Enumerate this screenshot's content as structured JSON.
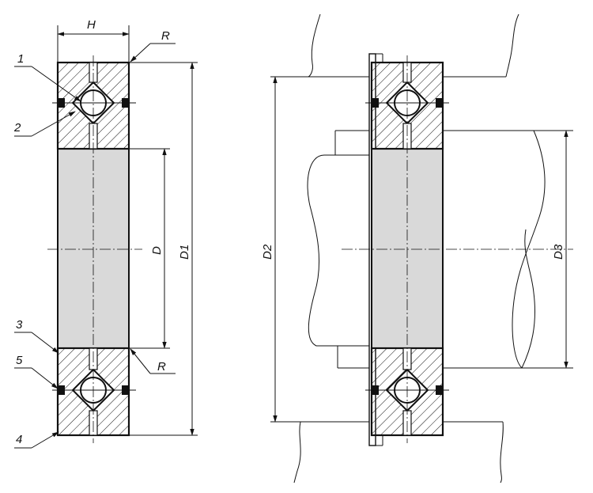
{
  "diagram": {
    "title": "Crossed roller bearing with mounting dimensions",
    "labels": {
      "H": "H",
      "R": "R",
      "D": "D",
      "D1": "D1",
      "D2": "D2",
      "D3": "D3",
      "callout_1": "1",
      "callout_2": "2",
      "callout_3": "3",
      "callout_4": "4",
      "callout_5": "5"
    }
  },
  "colors": {
    "line": "#111111",
    "bore_fill": "#d9d9d9",
    "seal_fill": "#111111",
    "background": "#ffffff"
  }
}
